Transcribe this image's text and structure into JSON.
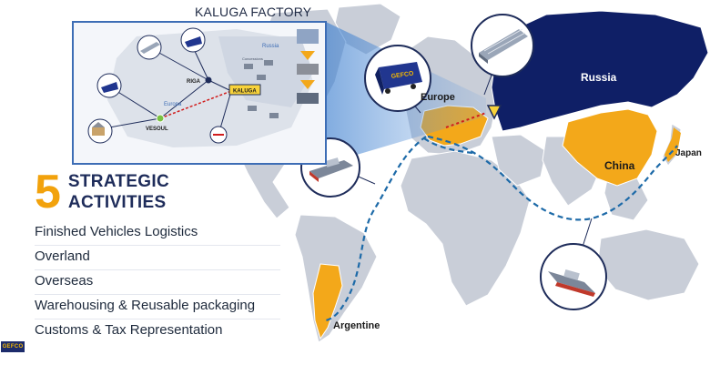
{
  "inset": {
    "title": "KALUGA FACTORY",
    "labels": {
      "riga": "RIGA",
      "kaluga": "KALUGA",
      "vesoul": "VESOUL",
      "europa": "Europa",
      "russia": "Russia",
      "concessions": "Concessions"
    }
  },
  "map_labels": {
    "russia": "Russia",
    "europe": "Europe",
    "china": "China",
    "japan": "Japan",
    "argentine": "Argentine"
  },
  "headline": {
    "number": "5",
    "line1": "STRATEGIC",
    "line2": "ACTIVITIES"
  },
  "activities": [
    "Finished Vehicles Logistics",
    "Overland",
    "Overseas",
    "Warehousing & Reusable packaging",
    "Customs & Tax Representation"
  ],
  "logo": "GEFCO",
  "colors": {
    "russia": "#0f1f66",
    "highlight": "#f3a81a",
    "land": "#c9ced8",
    "route": "#1d6aa8",
    "navy": "#1e2c5a",
    "rail": "#d11d1d"
  },
  "icons": [
    "truck-icon",
    "train-icon",
    "ship-icon",
    "warehouse-icon",
    "factory-icon"
  ]
}
